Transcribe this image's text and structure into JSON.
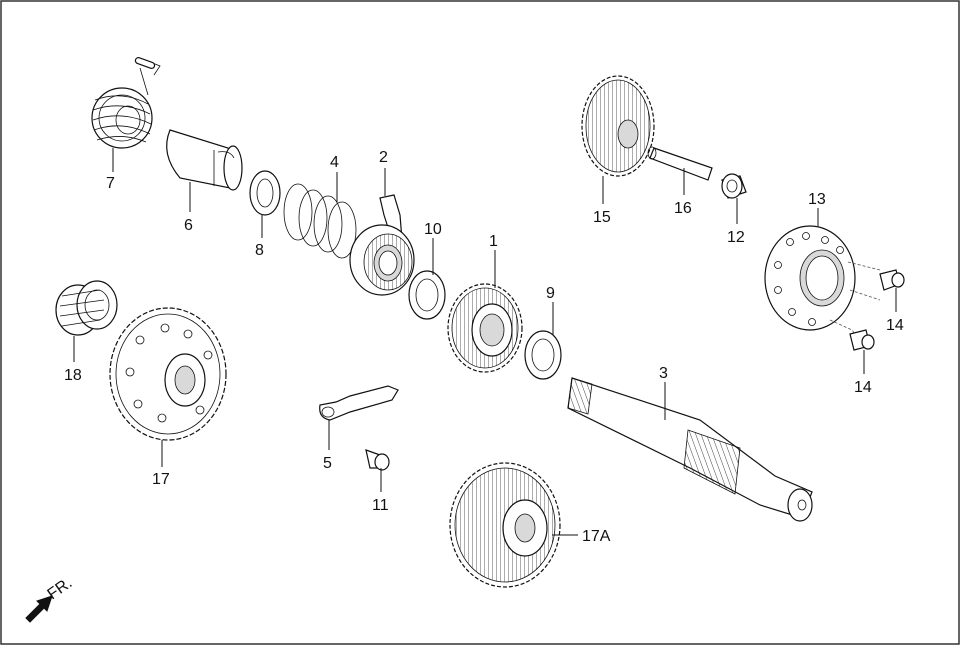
{
  "labels": {
    "p1": "1",
    "p2": "2",
    "p3": "3",
    "p4": "4",
    "p5": "5",
    "p6": "6",
    "p7": "7",
    "p8": "8",
    "p9": "9",
    "p10": "10",
    "p11": "11",
    "p12": "12",
    "p13": "13",
    "p14a": "14",
    "p14b": "14",
    "p15": "15",
    "p16": "16",
    "p17": "17",
    "p17a": "17A",
    "p18": "18",
    "front": "FR."
  },
  "icons": {
    "front_arrow": "front-arrow-icon"
  },
  "colors": {
    "stroke": "#111111",
    "frame": "#333333",
    "background": "#ffffff"
  }
}
